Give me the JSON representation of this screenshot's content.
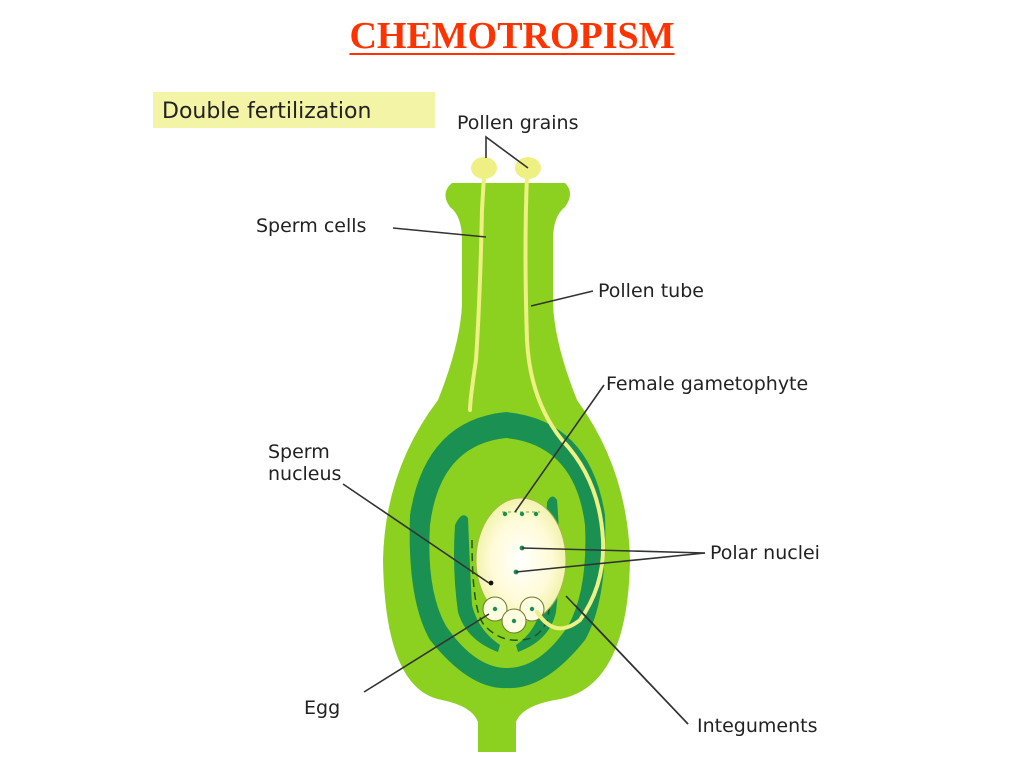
{
  "slide": {
    "title": "CHEMOTROPISM"
  },
  "diagram": {
    "heading": "Double fertilization",
    "labels": {
      "pollen_grains": "Pollen grains",
      "sperm_cells": "Sperm cells",
      "pollen_tube": "Pollen tube",
      "female_gametophyte": "Female gametophyte",
      "sperm_nucleus_line1": "Sperm",
      "sperm_nucleus_line2": "nucleus",
      "polar_nuclei": "Polar nuclei",
      "egg": "Egg",
      "integuments": "Integuments"
    }
  },
  "colors": {
    "title": "#ff3300",
    "heading_highlight": "#f4f4a6",
    "pistil_green": "#8cd11f",
    "ovule_dark": "#1a9152",
    "pollen_yellow": "#eef084",
    "sac_cream": "#fffbd0"
  }
}
